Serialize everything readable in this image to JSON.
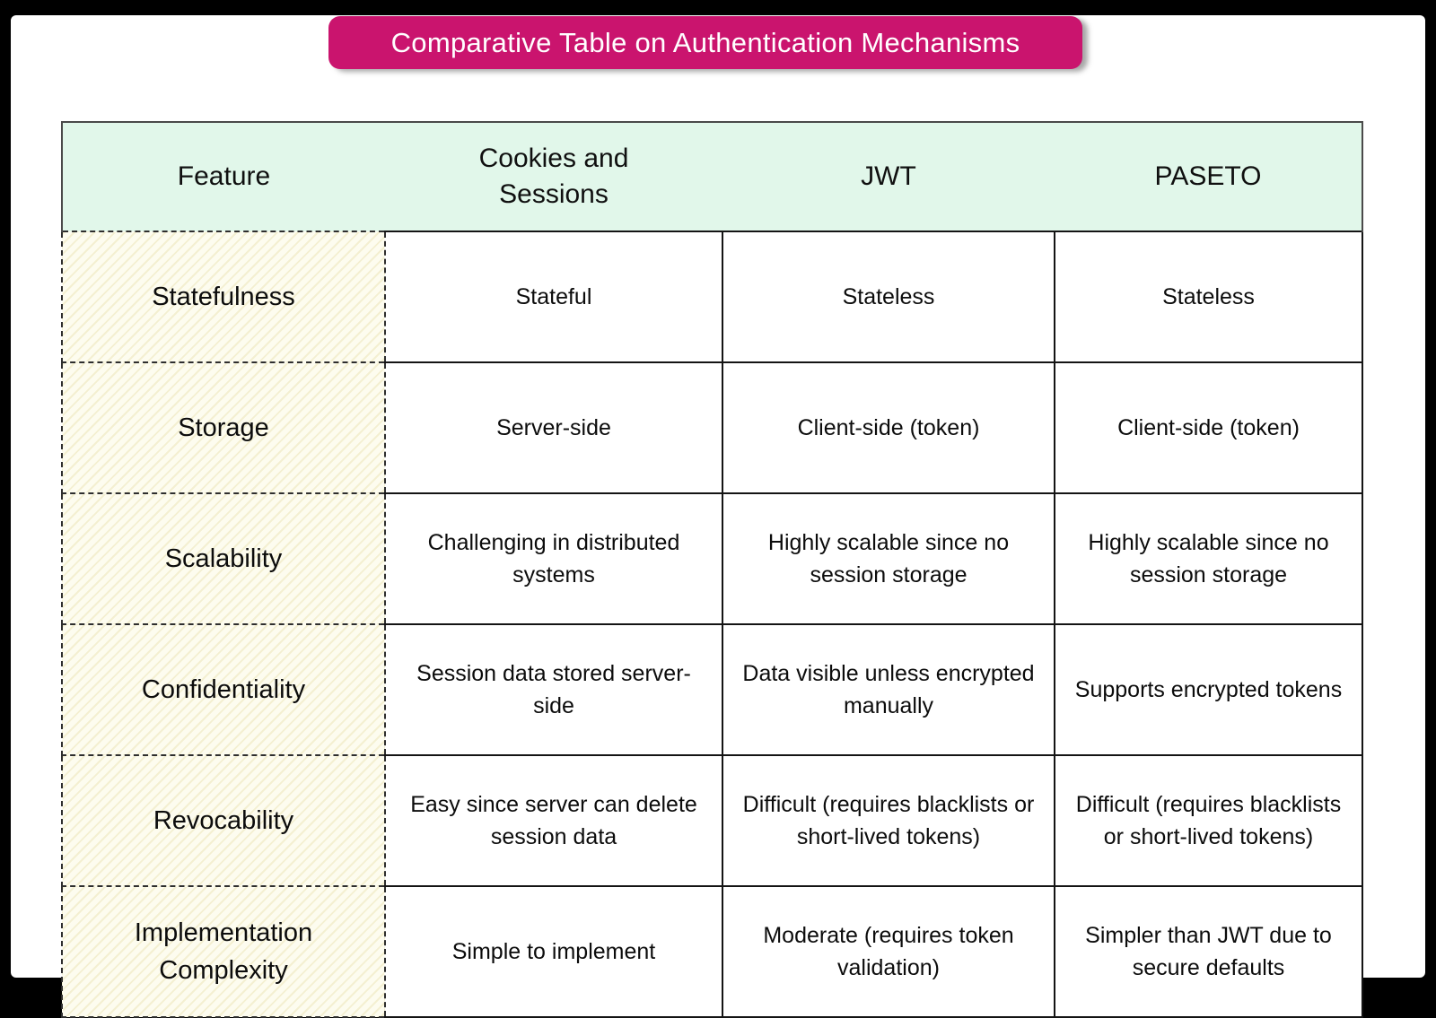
{
  "title": "Comparative Table on Authentication Mechanisms",
  "colors": {
    "banner": "#ca146e",
    "header-bg": "#e1f7ea",
    "feature-bg": "#fdfcef",
    "frame": "#000000"
  },
  "table": {
    "columns": [
      "Feature",
      "Cookies and Sessions",
      "JWT",
      "PASETO"
    ],
    "rows": [
      [
        "Statefulness",
        "Stateful",
        "Stateless",
        "Stateless"
      ],
      [
        "Storage",
        "Server-side",
        "Client-side (token)",
        "Client-side (token)"
      ],
      [
        "Scalability",
        "Challenging in distributed systems",
        "Highly scalable since no session storage",
        "Highly scalable since no session storage"
      ],
      [
        "Confidentiality",
        "Session data stored server-side",
        "Data visible unless encrypted manually",
        "Supports encrypted tokens"
      ],
      [
        "Revocability",
        "Easy since server can delete session data",
        "Difficult (requires blacklists or short-lived tokens)",
        "Difficult (requires blacklists or short-lived tokens)"
      ],
      [
        "Implementation Complexity",
        "Simple to implement",
        "Moderate (requires token validation)",
        "Simpler than JWT due to secure defaults"
      ]
    ]
  }
}
